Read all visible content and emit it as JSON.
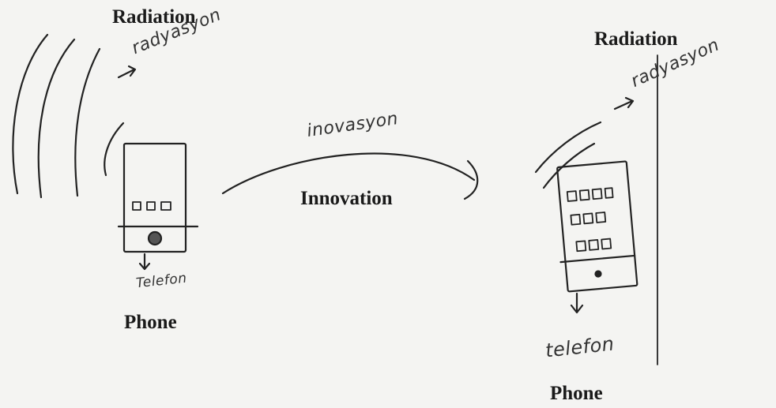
{
  "labels": {
    "radiation_left": "Radiation",
    "phone_left": "Phone",
    "innovation": "Innovation",
    "radiation_right": "Radiation",
    "phone_right": "Phone"
  },
  "handwriting": {
    "radyasyon_left": "radyasyon",
    "telefon_left": "Telefon",
    "inovasyon": "inovasyon",
    "radyasyon_right": "radyasyon",
    "telefon_right": "telefon"
  },
  "colors": {
    "ink": "#222222",
    "paper": "#f4f4f2"
  }
}
